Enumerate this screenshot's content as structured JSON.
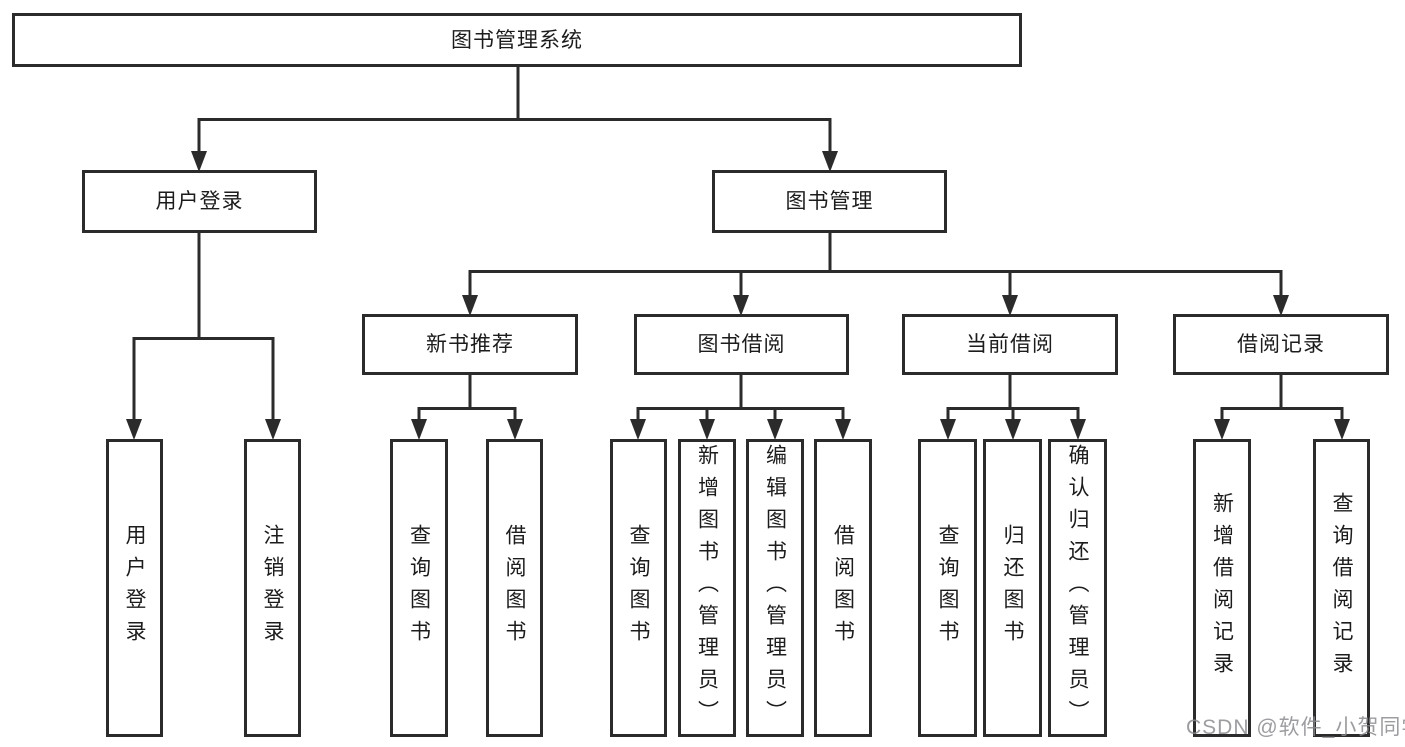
{
  "tree": {
    "root": {
      "label": "图书管理系统"
    },
    "branches": [
      {
        "label": "用户登录",
        "children": [
          {
            "label": "用户登录"
          },
          {
            "label": "注销登录"
          }
        ]
      },
      {
        "label": "图书管理",
        "children": [
          {
            "label": "新书推荐",
            "children": [
              {
                "label": "查询图书"
              },
              {
                "label": "借阅图书"
              }
            ]
          },
          {
            "label": "图书借阅",
            "children": [
              {
                "label": "查询图书"
              },
              {
                "label": "新增图书（管理员）"
              },
              {
                "label": "编辑图书（管理员）"
              },
              {
                "label": "借阅图书"
              }
            ]
          },
          {
            "label": "当前借阅",
            "children": [
              {
                "label": "查询图书"
              },
              {
                "label": "归还图书"
              },
              {
                "label": "确认归还（管理员）"
              }
            ]
          },
          {
            "label": "借阅记录",
            "children": [
              {
                "label": "新增借阅记录"
              },
              {
                "label": "查询借阅记录"
              }
            ]
          }
        ]
      }
    ]
  },
  "watermark": {
    "text": "CSDN @软件_小贺同学"
  },
  "colors": {
    "line": "#2b2b2b",
    "text": "#1c1c1c",
    "box_background": "#ffffff",
    "watermark": "#8c8c91"
  }
}
